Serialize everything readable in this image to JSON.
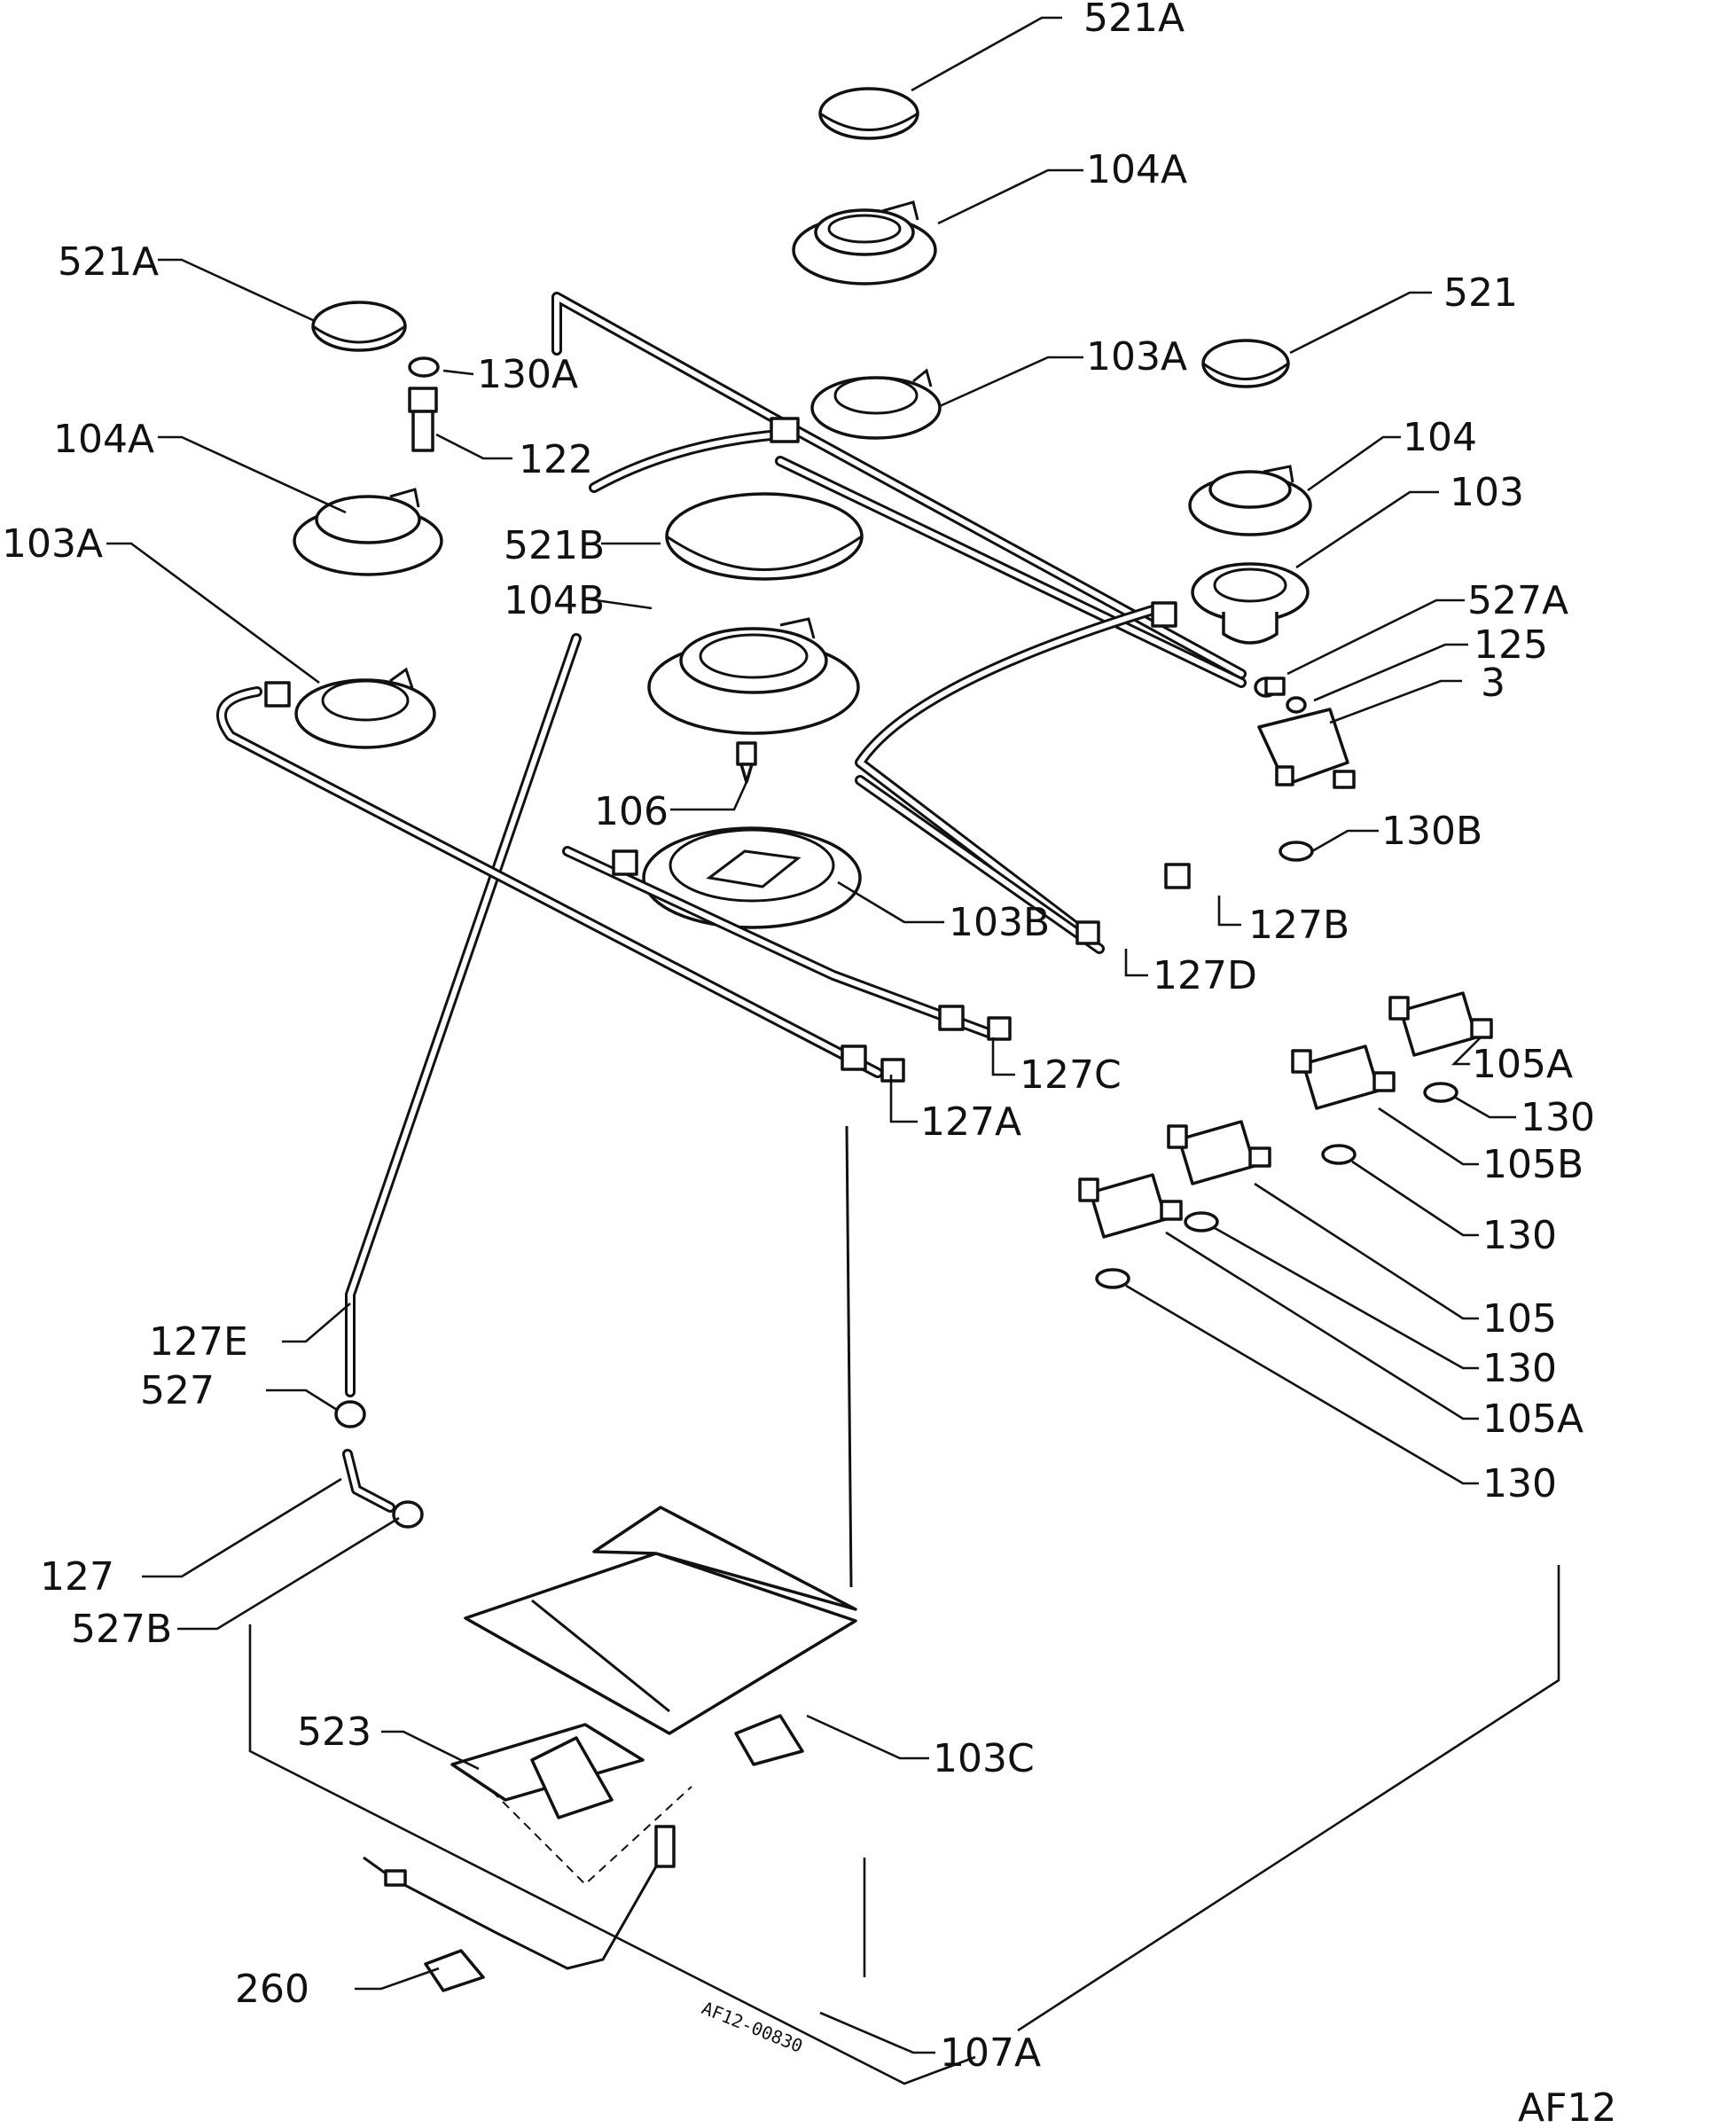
{
  "labels": {
    "l_521A_top": "521A",
    "l_104A_top": "104A",
    "l_521A_left": "521A",
    "l_521": "521",
    "l_103A_mid": "103A",
    "l_130A": "130A",
    "l_104A_left": "104A",
    "l_122": "122",
    "l_104": "104",
    "l_103": "103",
    "l_103A_left": "103A",
    "l_521B": "521B",
    "l_527A": "527A",
    "l_104B": "104B",
    "l_125": "125",
    "l_3": "3",
    "l_106": "106",
    "l_130B": "130B",
    "l_103B": "103B",
    "l_127B": "127B",
    "l_127D": "127D",
    "l_105A_top": "105A",
    "l_127C": "127C",
    "l_130_1": "130",
    "l_127A": "127A",
    "l_105B": "105B",
    "l_130_2": "130",
    "l_105": "105",
    "l_127E": "127E",
    "l_130_3": "130",
    "l_527": "527",
    "l_105A_bot": "105A",
    "l_130_4": "130",
    "l_127": "127",
    "l_527B": "527B",
    "l_523": "523",
    "l_103C": "103C",
    "l_260": "260",
    "l_107A": "107A",
    "drawing_code": "AF12-00830",
    "sheet_id": "AF12"
  }
}
